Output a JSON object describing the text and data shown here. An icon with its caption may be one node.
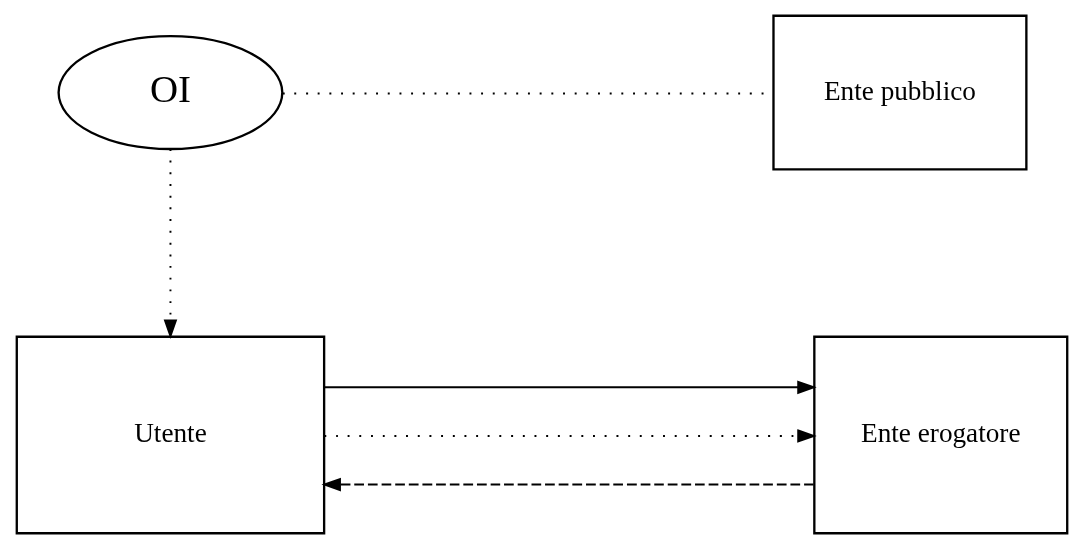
{
  "diagram": {
    "nodes": [
      {
        "text": [
          "OI"
        ]
      },
      {
        "text": [
          "Ente pubblico"
        ]
      },
      {
        "text": [
          "Utente"
        ]
      },
      {
        "text": [
          "Ente erogatore"
        ]
      }
    ],
    "edges": [
      {
        "from": 0,
        "to": 1,
        "arrow": "none",
        "style": "dashed"
      },
      {
        "from": 0,
        "to": 2,
        "arrow": "to",
        "style": "dashed"
      },
      {
        "from": 2,
        "to": 3,
        "arrow": "to"
      },
      {
        "from": 2,
        "to": 3,
        "arrow": "to",
        "style": "dashed"
      },
      {
        "from": 3,
        "to": 2,
        "arrow": "to",
        "style": "dashed"
      }
    ]
  }
}
